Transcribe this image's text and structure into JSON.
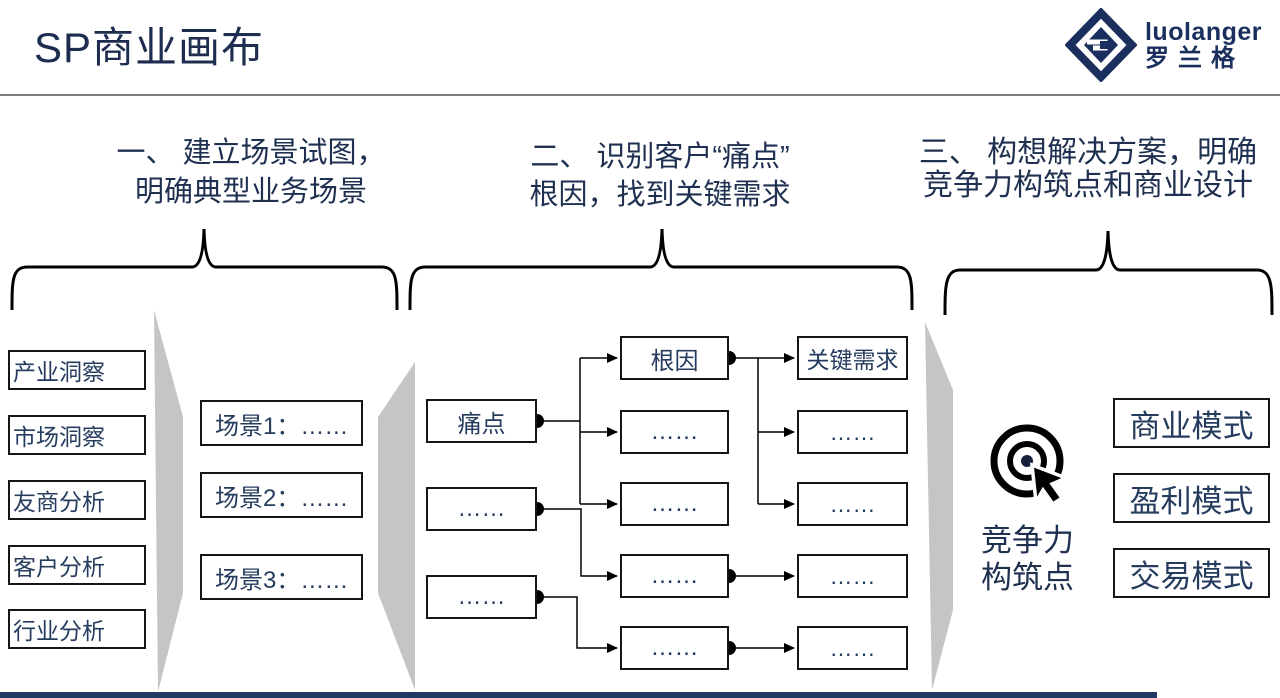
{
  "slide": {
    "title": "SP商业画布",
    "logo": {
      "brand_en": "luolanger",
      "brand_cn": "罗兰格"
    },
    "colors": {
      "navy_text": "#1f3050",
      "box_text": "#263c5e",
      "gray_panel": "#c5c5c5",
      "bottom_bar": "#1f3864",
      "connector": "#000000"
    }
  },
  "phases": [
    {
      "line1": "一、 建立场景试图，",
      "line2": "明确典型业务场景"
    },
    {
      "line1": "二、 识别客户“痛点”",
      "line2": "根因，找到关键需求"
    },
    {
      "line1": "三、 构想解决方案，明确",
      "line2": "竞争力构筑点和商业设计"
    }
  ],
  "insight_boxes": [
    "产业洞察",
    "市场洞察",
    "友商分析",
    "客户分析",
    "行业分析"
  ],
  "scenario_boxes": [
    "场景1：……",
    "场景2：……",
    "场景3：……"
  ],
  "pain_column": [
    "痛点",
    "……",
    "……"
  ],
  "root_column": [
    "根因",
    "……",
    "……",
    "……",
    "……"
  ],
  "need_column": [
    "关键需求",
    "……",
    "……",
    "……",
    "……"
  ],
  "competitiveness": {
    "line1": "竞争力",
    "line2": "构筑点",
    "icon": "target-with-cursor"
  },
  "model_boxes": [
    "商业模式",
    "盈利模式",
    "交易模式"
  ]
}
